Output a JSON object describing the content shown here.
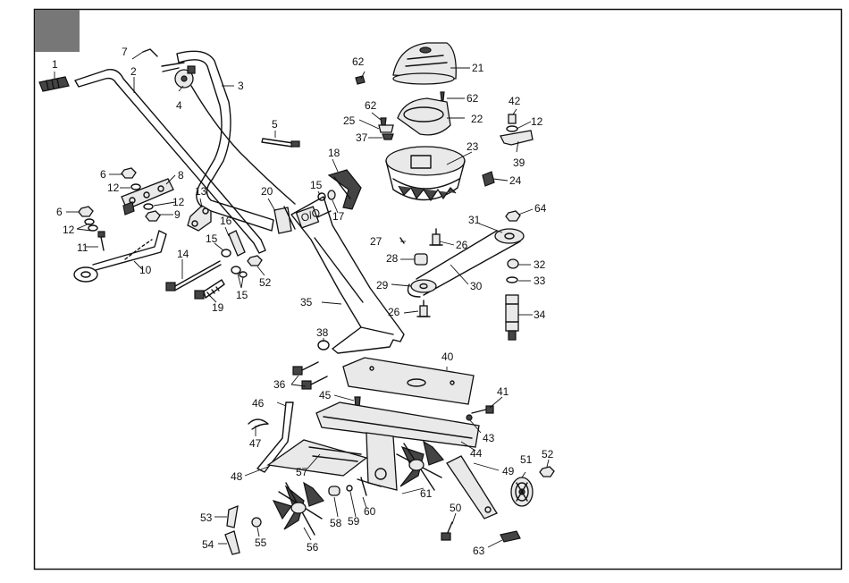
{
  "diagram": {
    "labels": [
      "1",
      "2",
      "3",
      "4",
      "5",
      "6",
      "7",
      "8",
      "9",
      "10",
      "11",
      "12",
      "13",
      "14",
      "15",
      "16",
      "17",
      "18",
      "19",
      "20",
      "21",
      "22",
      "23",
      "24",
      "25",
      "26",
      "27",
      "28",
      "29",
      "30",
      "31",
      "32",
      "33",
      "34",
      "35",
      "36",
      "37",
      "38",
      "39",
      "40",
      "41",
      "42",
      "43",
      "44",
      "45",
      "46",
      "47",
      "48",
      "49",
      "50",
      "51",
      "52",
      "53",
      "54",
      "55",
      "56",
      "57",
      "58",
      "59",
      "60",
      "61",
      "62",
      "63",
      "64"
    ],
    "colors": {
      "ink": "#111111",
      "corner_block": "#777777",
      "paper": "#ffffff"
    }
  }
}
